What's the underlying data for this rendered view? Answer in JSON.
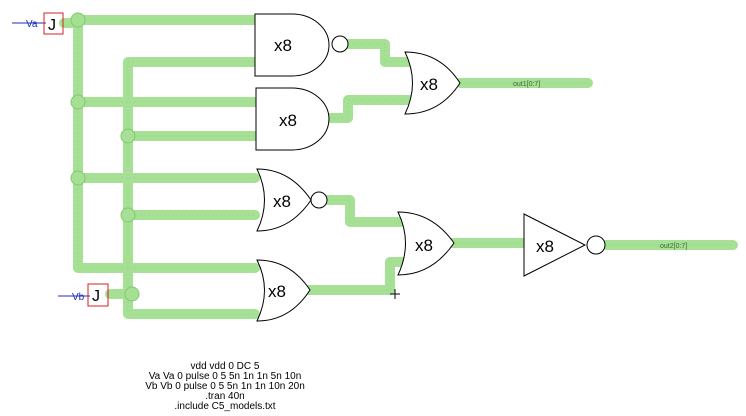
{
  "sources": {
    "va": {
      "label": "Va",
      "glyph": "J"
    },
    "vb": {
      "label": "Vb",
      "glyph": "J"
    }
  },
  "gates": {
    "nand_top": "x8",
    "and_mid": "x8",
    "or_out1": "x8",
    "nor_mid": "x8",
    "or_bottom": "x8",
    "or_out2": "x8",
    "inverter": "x8"
  },
  "outputs": {
    "out1": "out1[0:7]",
    "out2": "out2[0:7]"
  },
  "netlist": [
    "vdd vdd 0 DC 5",
    "Va Va 0 pulse 0 5 5n 1n 1n 5n 10n",
    "Vb Vb 0 pulse 0 5 5n 1n 1n 10n 20n",
    ".tran 40n",
    ".include C5_models.txt"
  ],
  "colors": {
    "wire": "#a6e095",
    "source_line": "#1f2fb8",
    "source_box": "#d42020"
  }
}
